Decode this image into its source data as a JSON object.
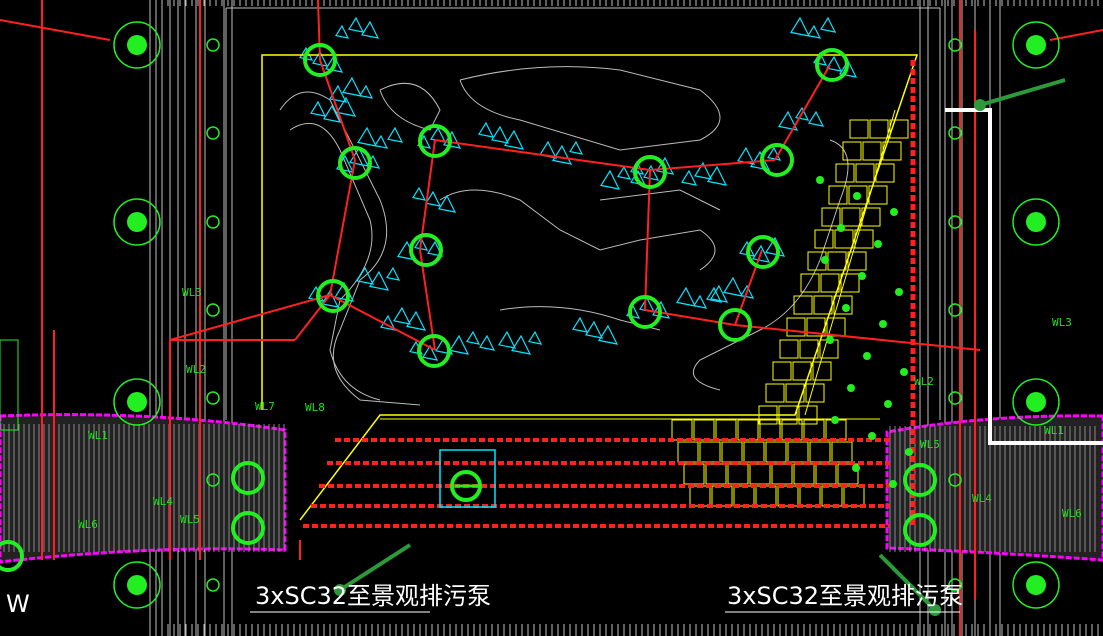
{
  "drawing": {
    "pipe_labels_left": [
      "WL3",
      "WL2",
      "WL1",
      "WL7",
      "WL8",
      "WL4",
      "WL5",
      "WL6"
    ],
    "pipe_labels_right": [
      "WL3",
      "WL2",
      "WL1",
      "WL5",
      "WL4",
      "WL6"
    ],
    "pump_note_left": "3xSC32至景观排污泵",
    "pump_note_right": "3xSC32至景观排污泵",
    "corner_letter": "W"
  },
  "colors": {
    "background": "#000000",
    "pipe": "#ff2020",
    "symbol": "#22ee22",
    "outline": "#ffff00",
    "stones": "#00e5ff",
    "band": "#ff00ff",
    "grid": "#c0c0c0"
  }
}
